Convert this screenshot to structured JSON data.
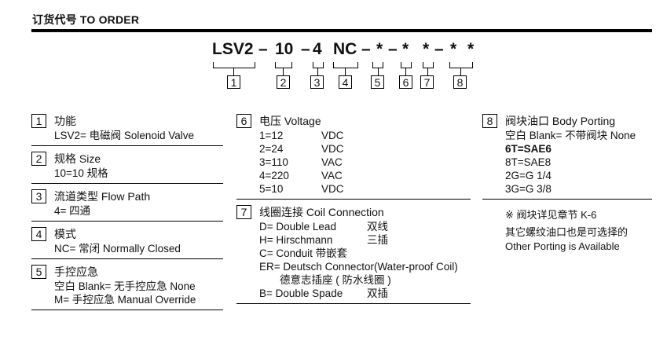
{
  "header": {
    "title": "订货代号 TO ORDER"
  },
  "code": {
    "segments": [
      "LSV2",
      "–",
      "10",
      "–",
      "4",
      "NC",
      "–",
      "*",
      "–",
      "*",
      "*",
      "–",
      "*",
      "*"
    ],
    "position_labels": [
      "1",
      "2",
      "3",
      "4",
      "5",
      "6",
      "7",
      "8"
    ]
  },
  "sections": {
    "s1": {
      "num": "1",
      "title": "功能",
      "lines": [
        "LSV2= 电磁阀 Solenoid Valve"
      ]
    },
    "s2": {
      "num": "2",
      "title": "规格 Size",
      "lines": [
        "10=10 规格"
      ]
    },
    "s3": {
      "num": "3",
      "title": "流道类型 Flow Path",
      "lines": [
        "4= 四通"
      ]
    },
    "s4": {
      "num": "4",
      "title": "模式",
      "lines": [
        "NC= 常闭 Normally Closed"
      ]
    },
    "s5": {
      "num": "5",
      "title": "手控应急",
      "lines": [
        "空白 Blank= 无手控应急 None",
        "M= 手控应急 Manual Override"
      ]
    },
    "s6": {
      "num": "6",
      "title": "电压 Voltage",
      "rows": [
        {
          "code": "1=12",
          "type": "VDC"
        },
        {
          "code": "2=24",
          "type": "VDC"
        },
        {
          "code": "3=110",
          "type": "VAC"
        },
        {
          "code": "4=220",
          "type": "VAC"
        },
        {
          "code": "5=10",
          "type": "VDC"
        }
      ]
    },
    "s7": {
      "num": "7",
      "title": "线圈连接 Coil Connection",
      "rows": [
        {
          "code": "D= Double Lead",
          "cn": "双线"
        },
        {
          "code": "H= Hirschmann",
          "cn": "三插"
        },
        {
          "code": "C= Conduit 带嵌套",
          "cn": ""
        },
        {
          "code": "ER= Deutsch Connector(Water-proof Coil)",
          "cn": ""
        },
        {
          "code": "   德意志插座 ( 防水线圈 )",
          "cn": ""
        },
        {
          "code": "B= Double Spade",
          "cn": "双插"
        }
      ]
    },
    "s8": {
      "num": "8",
      "title": "阀块油口 Body Porting",
      "lines": [
        "空白 Blank= 不带阀块 None",
        "6T=SAE6",
        "8T=SAE8",
        "2G=G 1/4",
        "3G=G 3/8"
      ]
    }
  },
  "notes": [
    "※ 阀块详见章节 K-6",
    "其它螺纹油口也是可选择的",
    "Other Porting is Available"
  ]
}
